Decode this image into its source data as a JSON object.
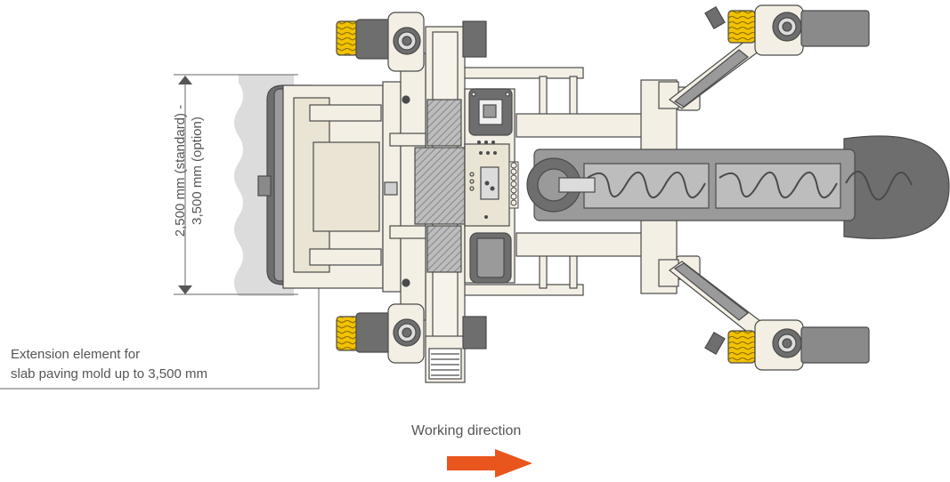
{
  "dimension_label": {
    "line1": "2,500 mm (standard) -",
    "line2": "3,500 mm (option)"
  },
  "extension_note": {
    "line1": "Extension element for",
    "line2": "slab paving mold up to 3,500 mm"
  },
  "direction_label": "Working direction",
  "colors": {
    "frame": "#f3efe4",
    "outline": "#4a4a4a",
    "mold_gray": "#d0d0d0",
    "extension_gray": "#dcdcdc",
    "track_yellow": "#f2c200",
    "arrow_orange": "#e8561e",
    "dark_gray": "#6e6e6e",
    "auger_gray": "#8a8a8a"
  },
  "icons": {
    "direction_arrow": "arrow-right-icon"
  }
}
